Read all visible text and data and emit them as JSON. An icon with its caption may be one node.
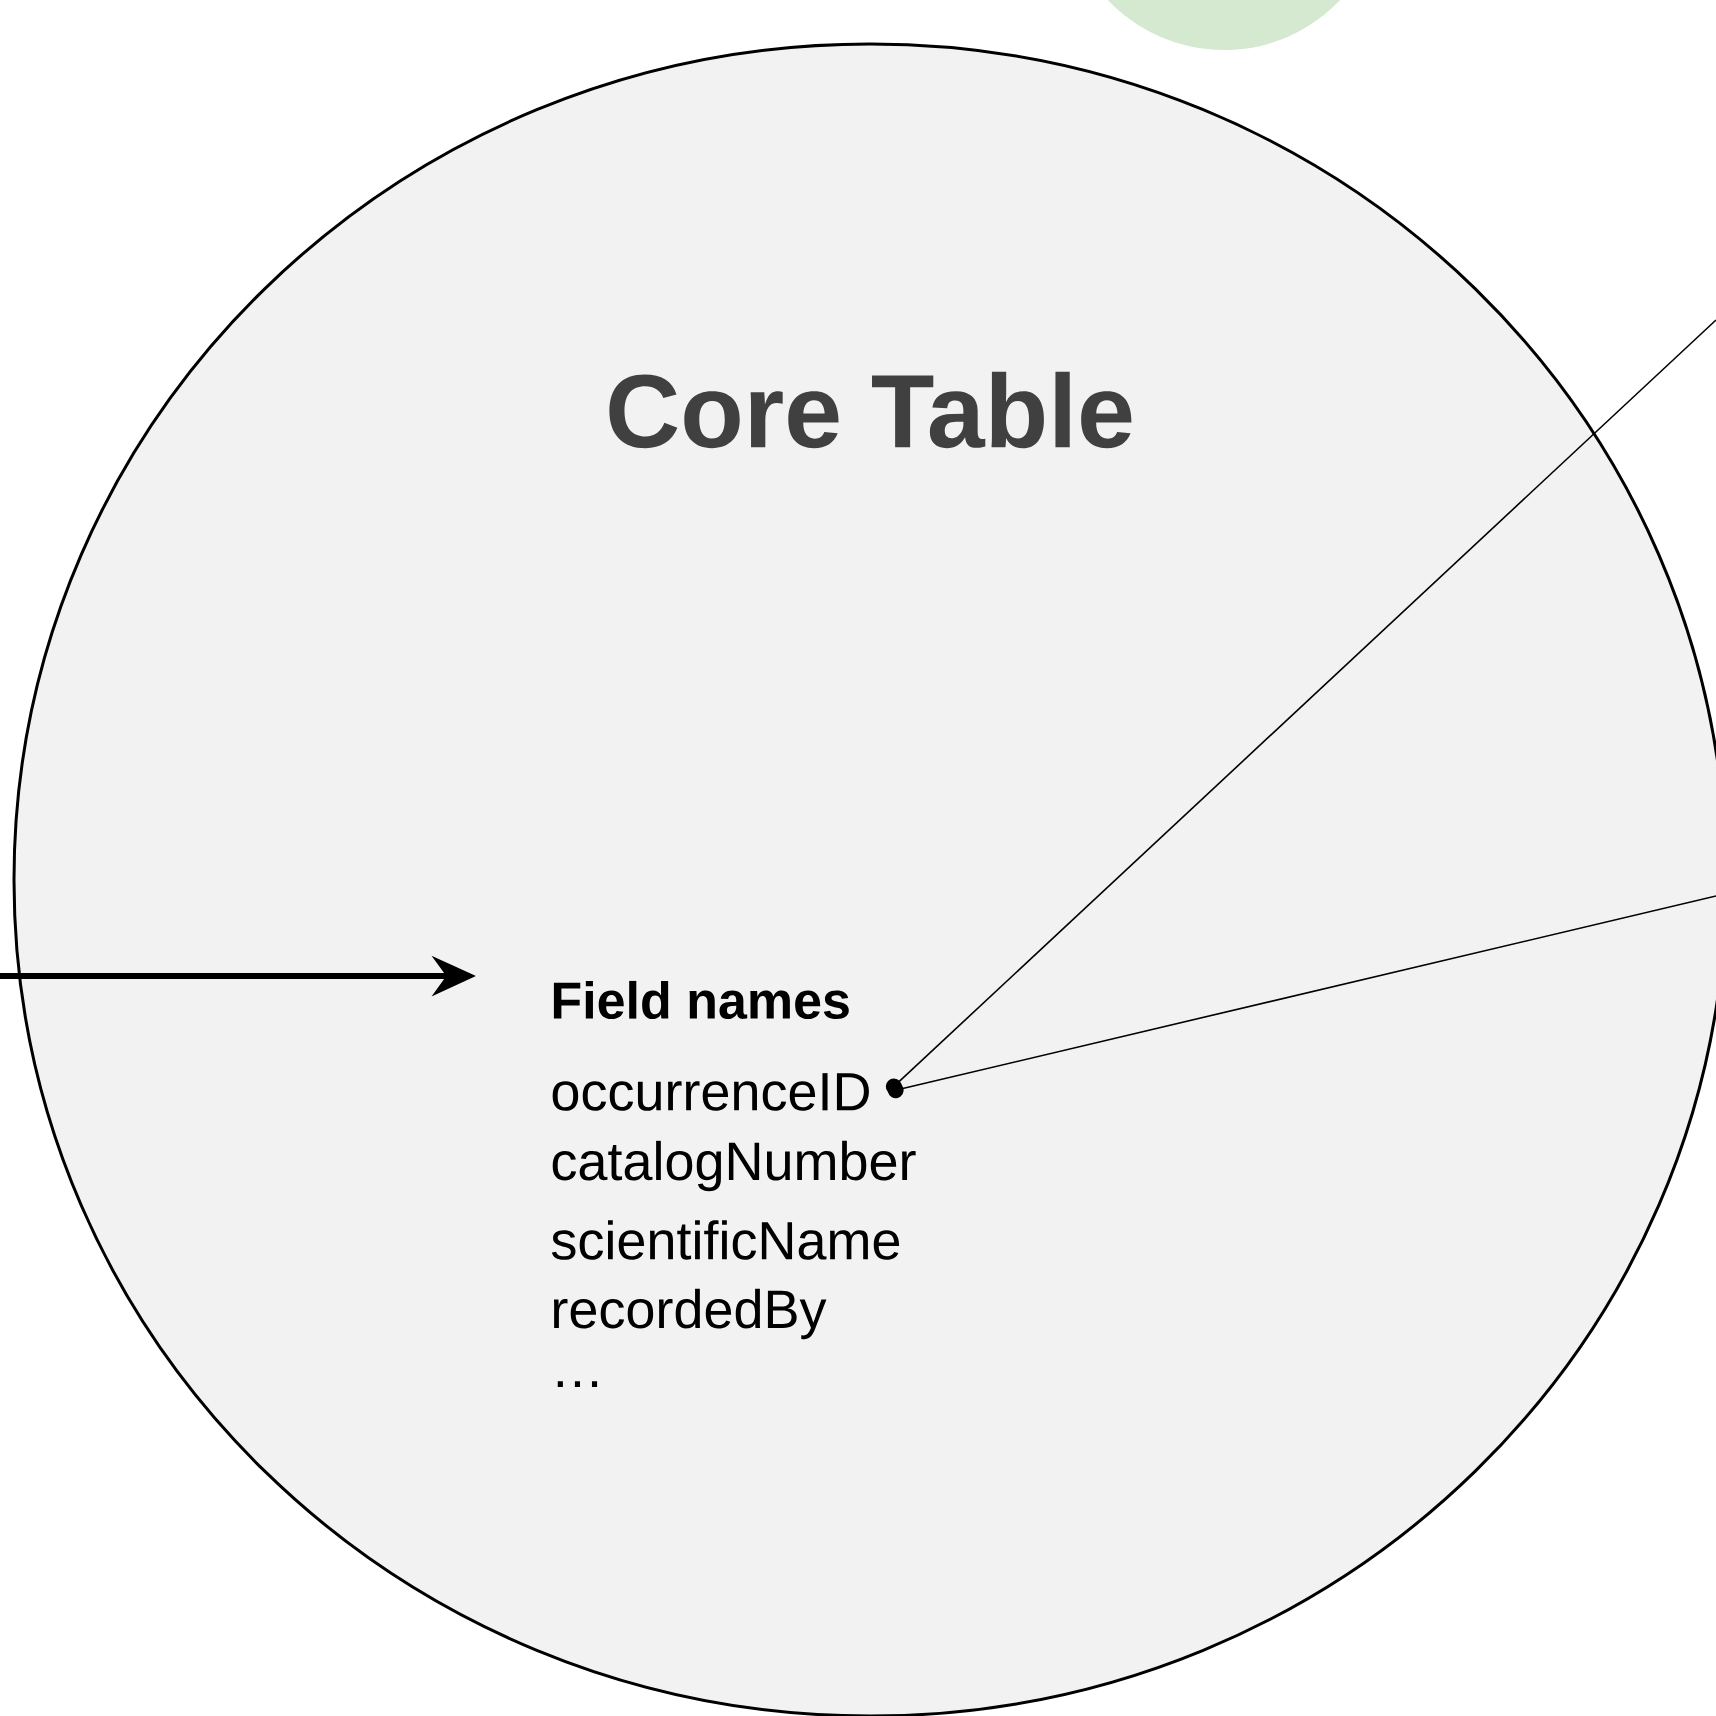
{
  "diagram": {
    "nodes": [
      {
        "text": [
          "Core Table"
        ]
      },
      {
        "text": [
          "Field names"
        ],
        "in": 0
      },
      {
        "text": [
          "occurrenceID"
        ],
        "in": 0
      },
      {
        "text": [],
        "shape": "circle"
      }
    ],
    "edges": [
      {
        "from": null,
        "to": 1,
        "arrow": "to",
        "style": "thick"
      },
      {
        "from": 2,
        "to": null,
        "arrow": "other"
      },
      {
        "from": 2,
        "to": null,
        "arrow": "other"
      }
    ],
    "labels": [
      "catalogNumber",
      "scientificName",
      "recordedBy",
      "…"
    ]
  }
}
